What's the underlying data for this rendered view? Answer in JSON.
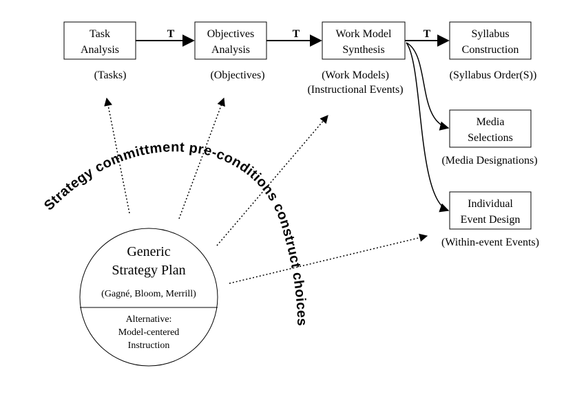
{
  "process_boxes": [
    {
      "id": "task",
      "lines": [
        "Task",
        "Analysis"
      ],
      "output": [
        "(Tasks)"
      ]
    },
    {
      "id": "objectives",
      "lines": [
        "Objectives",
        "Analysis"
      ],
      "output": [
        "(Objectives)"
      ]
    },
    {
      "id": "work-model",
      "lines": [
        "Work Model",
        "Synthesis"
      ],
      "output": [
        "(Work Models)",
        "(Instructional Events)"
      ]
    },
    {
      "id": "syllabus",
      "lines": [
        "Syllabus",
        "Construction"
      ],
      "output": [
        "(Syllabus Order(S))"
      ]
    },
    {
      "id": "media",
      "lines": [
        "Media",
        "Selections"
      ],
      "output": [
        "(Media Designations)"
      ]
    },
    {
      "id": "event-design",
      "lines": [
        "Individual",
        "Event Design"
      ],
      "output": [
        "(Within-event Events)"
      ]
    }
  ],
  "transition_label": "T",
  "strategy_plan": {
    "title_lines": [
      "Generic",
      "Strategy Plan"
    ],
    "sources": "(Gagné, Bloom, Merrill)",
    "alternative_lines": [
      "Alternative:",
      "Model-centered",
      "Instruction"
    ]
  },
  "arc_caption": "Strategy committment pre-conditions construct choices"
}
